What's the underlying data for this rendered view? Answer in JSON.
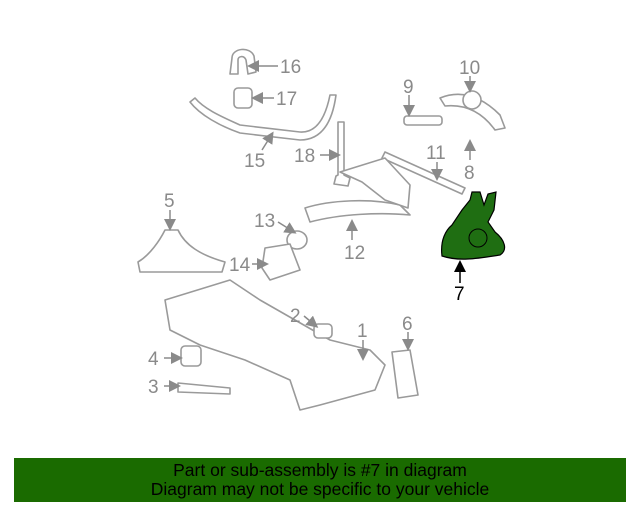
{
  "diagram": {
    "highlight_color": "#1f6e12",
    "highlighted_part": "7",
    "callouts": [
      "16",
      "17",
      "15",
      "18",
      "9",
      "10",
      "11",
      "8",
      "5",
      "13",
      "12",
      "14",
      "7",
      "2",
      "1",
      "6",
      "4",
      "3"
    ]
  },
  "banner": {
    "background_color": "#1a6b00",
    "line1": "Part or sub-assembly is #7 in diagram",
    "line2": "Diagram may not be specific to your vehicle"
  }
}
